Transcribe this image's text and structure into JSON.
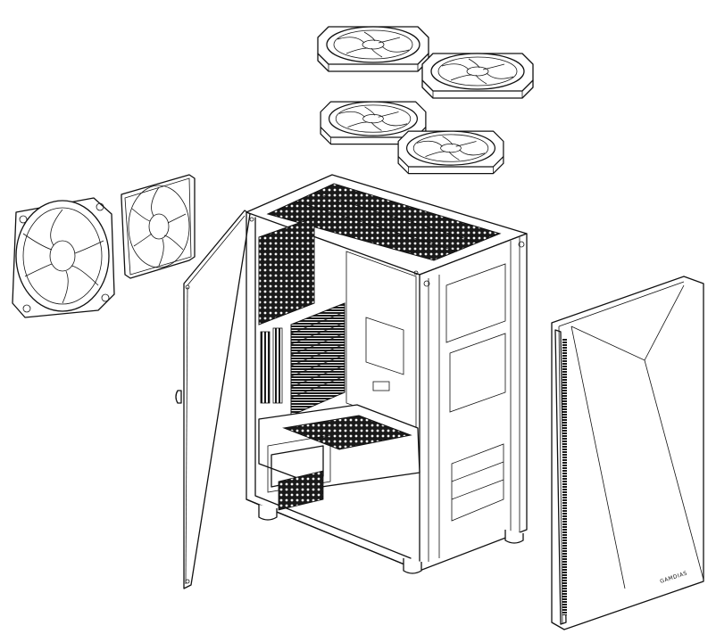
{
  "brand": {
    "text": "GAMDIAS"
  },
  "components": {
    "top_fans": "fan-icon",
    "side_fans": "fan-icon",
    "chassis": "pc-case",
    "side_panel": "tempered-glass-panel",
    "front_panel": "front-panel"
  },
  "colors": {
    "line": "#111111",
    "background": "#ffffff"
  }
}
